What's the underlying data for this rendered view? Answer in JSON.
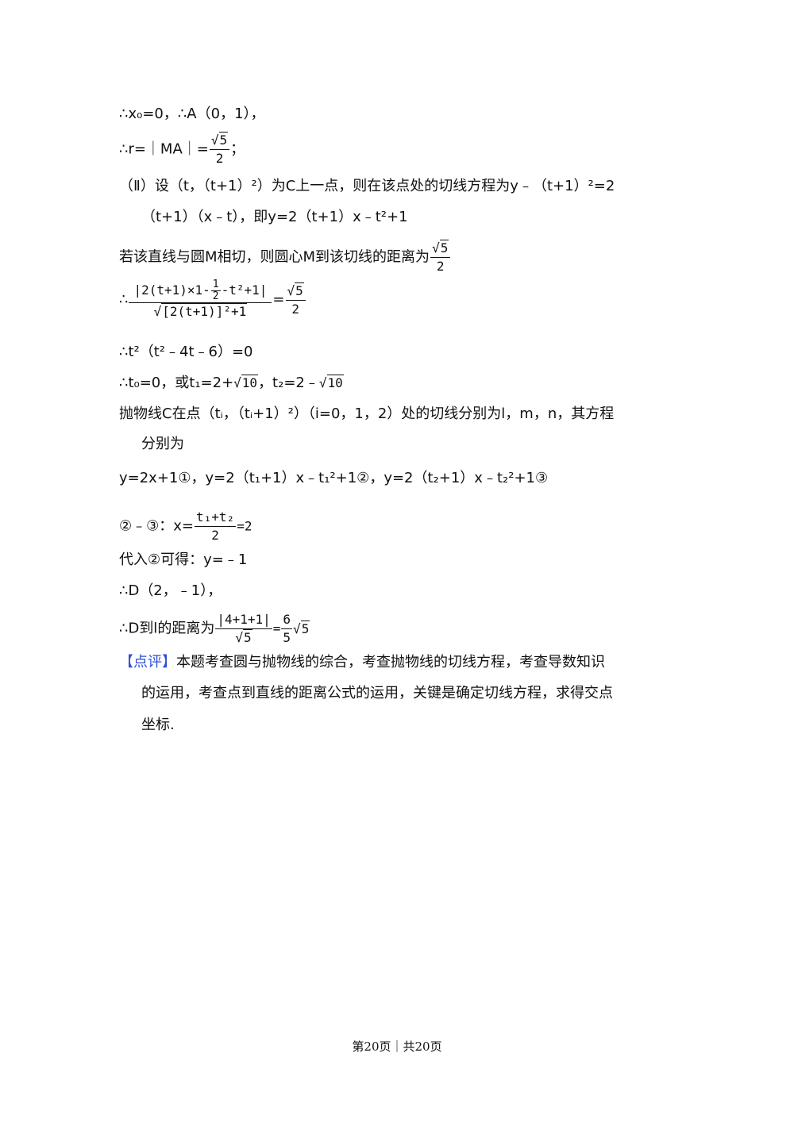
{
  "lines": {
    "l1": "∴x₀=0，∴A（0，1），",
    "l2_pre": "∴r=｜MA｜=",
    "l2_post": "；",
    "l3": "（Ⅱ）设（t，（t+1）²）为C上一点，则在该点处的切线方程为y﹣（t+1）²=2",
    "l4": "（t+1）（x﹣t），即y=2（t+1）x﹣t²+1",
    "l5": "若该直线与圆M相切，则圆心M到该切线的距离为",
    "l6_pre": "∴",
    "l6_num_a": "|2(t+1)×1-",
    "l6_num_b": "-t²+1|",
    "l6_den": "[2(t+1)]²+1",
    "l7": "∴t²（t²﹣4t﹣6）=0",
    "l8_pre": "∴t₀=0，或t₁=2+",
    "l8_mid": "，t₂=2﹣",
    "l9": "抛物线C在点（tᵢ，（tᵢ+1）²）（i=0，1，2）处的切线分别为l，m，n，其方程",
    "l10": "分别为",
    "l11": "y=2x+1①，y=2（t₁+1）x﹣t₁²+1②，y=2（t₂+1）x﹣t₂²+1③",
    "l12_pre": "②﹣③：x=",
    "l12_num": "t₁+t₂",
    "l12_post": "=2",
    "l13": "代入②可得：y=﹣1",
    "l14": "∴D（2，﹣1），",
    "l15_pre": "∴D到l的距离为",
    "l15_num": "|4+1+1|",
    "l15_eq": "=",
    "comment_tag": "【点评】",
    "comment_l1": "本题考查圆与抛物线的综合，考查抛物线的切线方程，考查导数知识",
    "comment_l2": "的运用，考查点到直线的距离公式的运用，关键是确定切线方程，求得交点",
    "comment_l3": "坐标."
  },
  "math": {
    "one": "1",
    "two": "2",
    "five": "5",
    "six": "6",
    "ten": "10"
  },
  "footer": "第20页｜共20页"
}
